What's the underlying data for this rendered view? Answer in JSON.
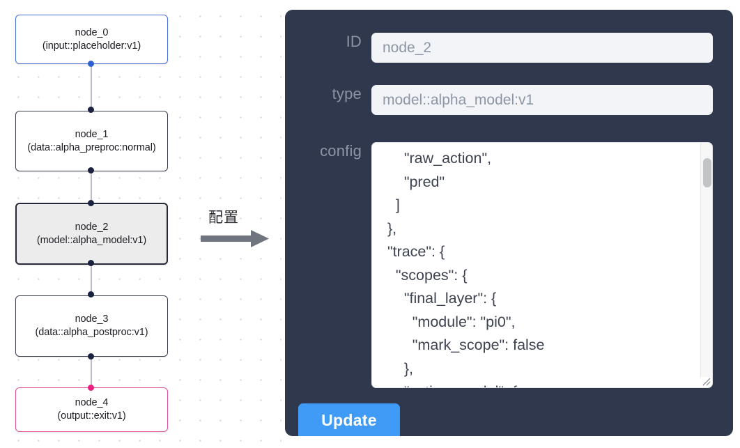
{
  "graph": {
    "nodes": [
      {
        "id": "node_0",
        "label": "node_0\n(input::placeholder:v1)",
        "title": "node_0",
        "subtitle": "(input::placeholder:v1)",
        "style": "blue",
        "selected": false
      },
      {
        "id": "node_1",
        "label": "node_1\n(data::alpha_preproc:normal)",
        "title": "node_1",
        "subtitle": "(data::alpha_preproc:normal)",
        "style": "plain",
        "selected": false
      },
      {
        "id": "node_2",
        "label": "node_2\n(model::alpha_model:v1)",
        "title": "node_2",
        "subtitle": "(model::alpha_model:v1)",
        "style": "selected",
        "selected": true
      },
      {
        "id": "node_3",
        "label": "node_3\n(data::alpha_postproc:v1)",
        "title": "node_3",
        "subtitle": "(data::alpha_postproc:v1)",
        "style": "plain",
        "selected": false
      },
      {
        "id": "node_4",
        "label": "node_4\n(output::exit:v1)",
        "title": "node_4",
        "subtitle": "(output::exit:v1)",
        "style": "pink",
        "selected": false
      }
    ],
    "edges": [
      {
        "from": "node_0",
        "to": "node_1"
      },
      {
        "from": "node_1",
        "to": "node_2"
      },
      {
        "from": "node_2",
        "to": "node_3"
      },
      {
        "from": "node_3",
        "to": "node_4"
      }
    ],
    "colors": {
      "input_node_border": "#4a6fd6",
      "default_node_border": "#3a3f4d",
      "selected_node_border": "#262a36",
      "selected_node_fill": "#ececec",
      "output_node_border": "#e34f96",
      "edge": "#b9bcc4",
      "handle": "#1b2240",
      "handle_input": "#2f5fd0",
      "handle_output": "#ec1f80",
      "grid_dot": "#d2d2d6"
    }
  },
  "arrow": {
    "label": "配置",
    "color": "#6e727c"
  },
  "panel": {
    "background": "#2f384c",
    "fields": {
      "id": {
        "label": "ID",
        "value": "node_2",
        "placeholder": "node_2"
      },
      "type": {
        "label": "type",
        "value": "model::alpha_model:v1",
        "placeholder": "model::alpha_model:v1"
      },
      "config": {
        "label": "config",
        "value": "      \"raw_action\",\n      \"pred\"\n    ]\n  },\n  \"trace\": {\n    \"scopes\": {\n      \"final_layer\": {\n        \"module\": \"pi0\",\n        \"mark_scope\": false\n      },\n      \"action_model\": {",
        "scroll_position": "middle"
      }
    },
    "update_button": {
      "label": "Update",
      "color": "#3f9bf5"
    }
  }
}
